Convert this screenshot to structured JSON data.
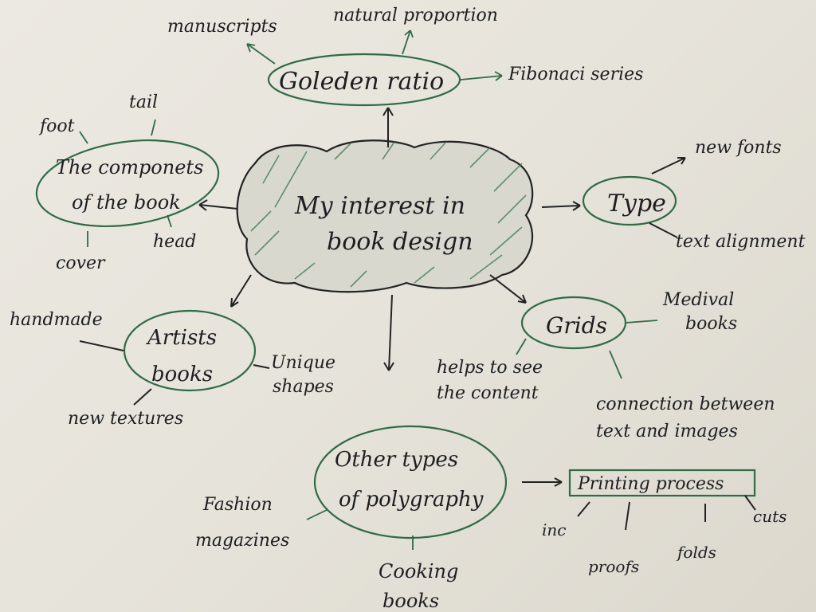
{
  "colors": {
    "ink": "#1e1e22",
    "green_ink": "#2f6b45",
    "paper": "#e9e6de"
  },
  "center": {
    "line1": "My interest in",
    "line2": "book design"
  },
  "golden_ratio": {
    "label": "Goleden ratio",
    "children": [
      "manuscripts",
      "natural proportion",
      "Fibonaci series"
    ]
  },
  "components": {
    "line1": "The componets",
    "line2": "of the book",
    "children": [
      "foot",
      "tail",
      "cover",
      "head"
    ]
  },
  "type": {
    "label": "Type",
    "children": [
      "new fonts",
      "text alignment"
    ]
  },
  "artists": {
    "line1": "Artists",
    "line2": "books",
    "children": [
      "handmade",
      "Unique",
      "shapes",
      "new textures"
    ]
  },
  "grids": {
    "label": "Grids",
    "children": [
      "Medival",
      "books",
      "helps to see",
      "the content",
      "connection between",
      "text and images"
    ]
  },
  "polygraphy": {
    "line1": "Other types",
    "line2": "of polygraphy",
    "children": [
      "Fashion",
      "magazines",
      "Cooking",
      "books"
    ]
  },
  "printing": {
    "label": "Printing process",
    "children": [
      "inc",
      "proofs",
      "folds",
      "cuts"
    ]
  }
}
